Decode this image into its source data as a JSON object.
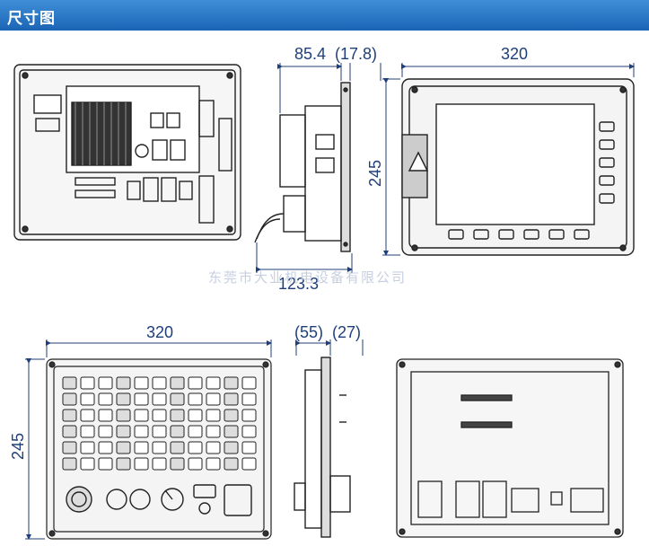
{
  "header": {
    "title": "尺寸图"
  },
  "dims": {
    "top_side_depth": "85.4",
    "top_side_flange": "(17.8)",
    "top_width": "320",
    "top_height": "245",
    "top_side_bottom": "123.3",
    "bottom_width": "320",
    "bottom_height": "245",
    "bottom_side_depth": "(55)",
    "bottom_side_flange": "(27)"
  },
  "watermark": "东莞市大业机电设备有限公司",
  "colors": {
    "header_top": "#3f8fd8",
    "header_bottom": "#1b64b5",
    "dimension_text": "#1f3f7a",
    "drawing_line": "#222222"
  }
}
